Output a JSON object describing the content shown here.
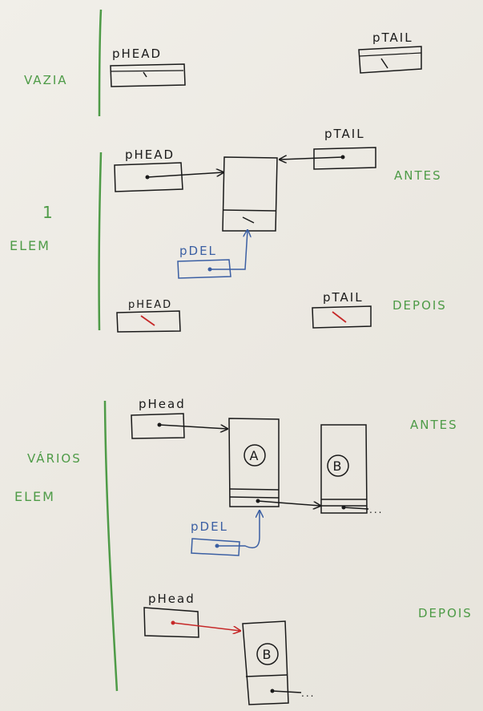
{
  "colors": {
    "ink_black": "#1a1a1a",
    "ink_green": "#4e9b47",
    "ink_blue": "#3b5fa3",
    "ink_red": "#c62828",
    "board": "#eeebe4"
  },
  "sections": {
    "empty": {
      "label": "VAZIA"
    },
    "one": {
      "label_line1": "1",
      "label_line2": "ELEM",
      "before": "ANTES",
      "after": "DEPOIS"
    },
    "many": {
      "label_line1": "VÁRIOS",
      "label_line2": "ELEM",
      "before": "ANTES",
      "after": "DEPOIS"
    }
  },
  "pointers": {
    "head": "pHEAD",
    "tail": "pTAIL",
    "del": "pDEL",
    "head_many": "pHead"
  },
  "nodes": {
    "a": "A",
    "b": "B"
  },
  "ellipsis": "..."
}
